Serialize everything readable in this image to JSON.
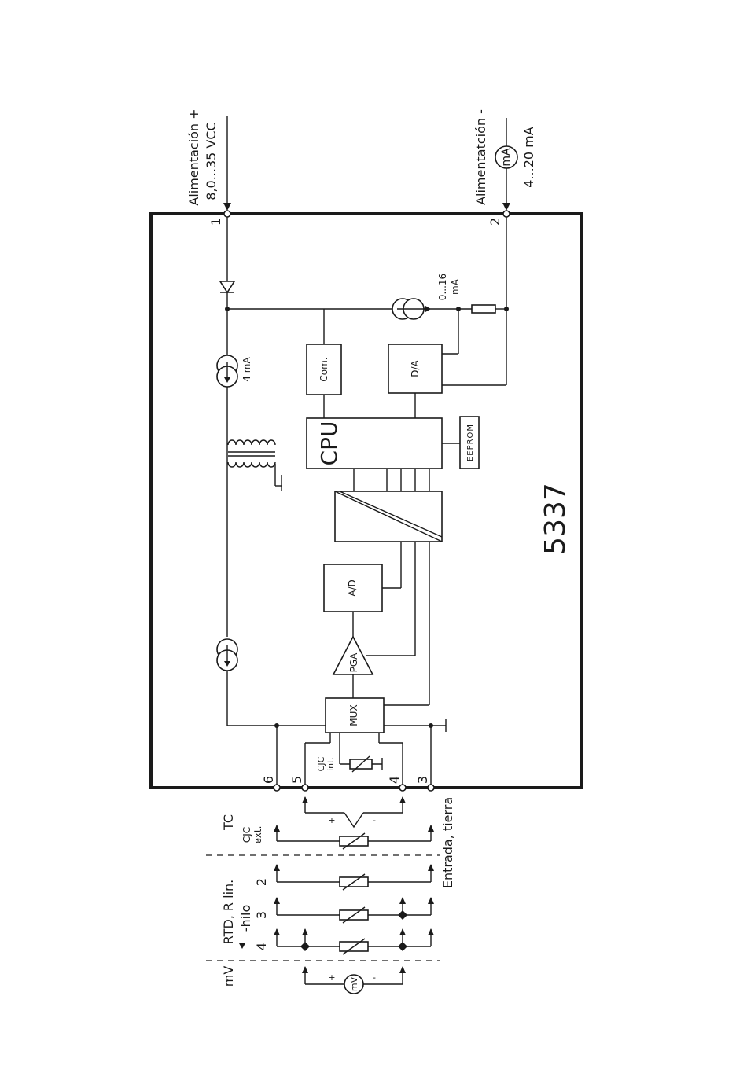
{
  "supply": {
    "plus_line1": "Alimentación +",
    "plus_line2": "8,0...35 VCC",
    "minus_line1": "Alimentatción -",
    "minus_line2": "4...20 mA",
    "meter": "mA"
  },
  "terminals": {
    "t1": "1",
    "t2": "2",
    "t3": "3",
    "t4": "4",
    "t5": "5",
    "t6": "6"
  },
  "blocks": {
    "com": "Com.",
    "da": "D/A",
    "cpu": "CPU",
    "eeprom": "EEPROM",
    "ad": "A/D",
    "pga": "PGA",
    "mux": "MUX"
  },
  "labels": {
    "current_4ma": "4 mA",
    "out_range_1": "0...16",
    "out_range_2": "mA",
    "cjc_int_1": "CJC",
    "cjc_int_2": "int.",
    "model": "5337"
  },
  "inputs": {
    "tc": "TC",
    "cjc_ext_1": "CJC",
    "cjc_ext_2": "ext.",
    "ground": "Entrada, tierra",
    "rtd_1": "RTD, R lin.",
    "rtd_2": "-hilo",
    "wire2": "2",
    "wire3": "3",
    "wire4": "4",
    "mv": "mV",
    "mv_source": "mV",
    "plus": "+",
    "minus": "-"
  }
}
